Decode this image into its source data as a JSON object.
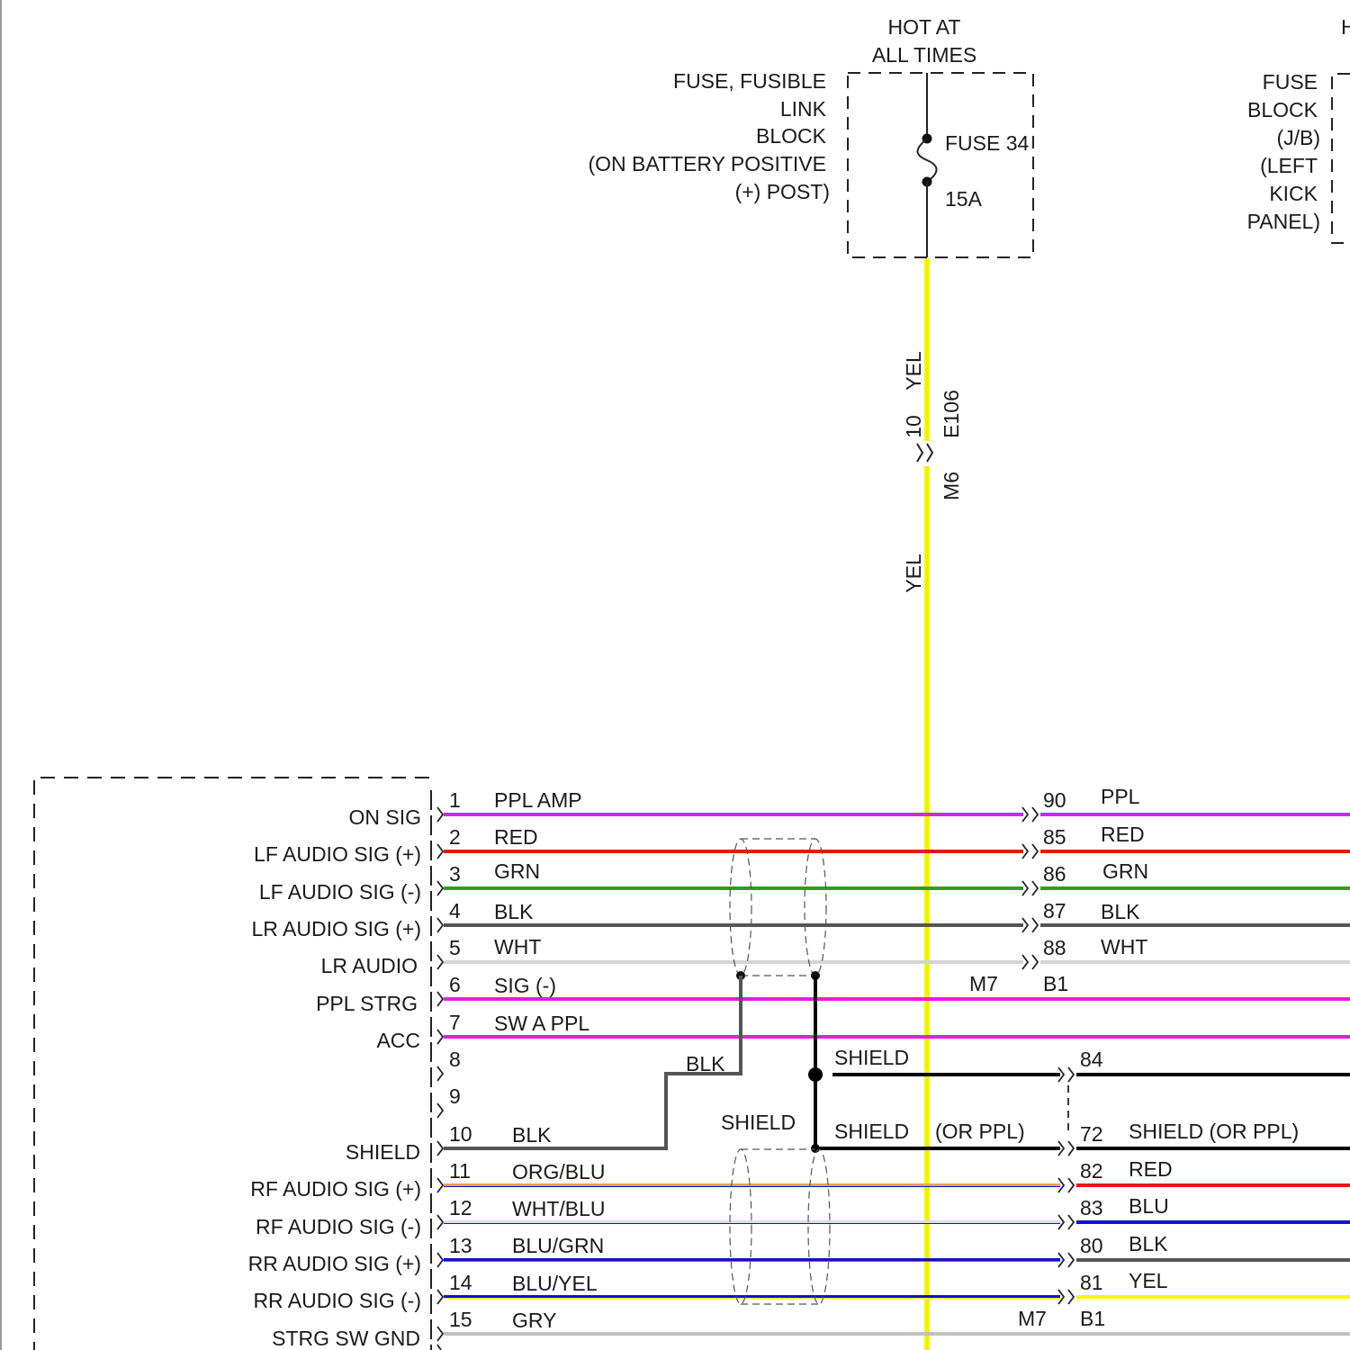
{
  "power": {
    "hot_line1": "HOT AT",
    "hot_line2": "ALL TIMES",
    "block_label": [
      "FUSE, FUSIBLE",
      "LINK",
      "BLOCK",
      "(ON BATTERY POSITIVE",
      "(+) POST)"
    ],
    "fuse_name": "FUSE 34",
    "fuse_rating": "15A",
    "right_hot_fragment": "H",
    "right_block_label": [
      "FUSE",
      "BLOCK",
      "(J/B)",
      "(LEFT",
      "KICK",
      "PANEL)"
    ]
  },
  "feed": {
    "color_upper": "YEL",
    "pin": "10",
    "connector_top": "E106",
    "connector_bottom": "M6",
    "color_lower": "YEL",
    "wire_color_hex": "#f5f500"
  },
  "left_labels": [
    "ON SIG",
    "LF AUDIO SIG (+)",
    "LF AUDIO SIG (-)",
    "LR AUDIO SIG (+)",
    "LR AUDIO",
    "PPL STRG",
    "ACC",
    "SHIELD",
    "RF AUDIO SIG (+)",
    "RF AUDIO SIG (-)",
    "RR AUDIO SIG (+)",
    "RR AUDIO SIG (-)",
    "STRG SW GND"
  ],
  "left_pins": [
    {
      "num": "1",
      "color": "PPL AMP"
    },
    {
      "num": "2",
      "color": "RED"
    },
    {
      "num": "3",
      "color": "GRN"
    },
    {
      "num": "4",
      "color": "BLK"
    },
    {
      "num": "5",
      "color": "WHT"
    },
    {
      "num": "6",
      "color": "SIG (-)"
    },
    {
      "num": "7",
      "color": "SW A PPL"
    },
    {
      "num": "8",
      "color": ""
    },
    {
      "num": "9",
      "color": ""
    },
    {
      "num": "10",
      "color": "BLK"
    },
    {
      "num": "11",
      "color": "ORG/BLU"
    },
    {
      "num": "12",
      "color": "WHT/BLU"
    },
    {
      "num": "13",
      "color": "BLU/GRN"
    },
    {
      "num": "14",
      "color": "BLU/YEL"
    },
    {
      "num": "15",
      "color": "GRY"
    }
  ],
  "right_pins_upper": [
    {
      "num": "90",
      "color": "PPL"
    },
    {
      "num": "85",
      "color": "RED"
    },
    {
      "num": "86",
      "color": "GRN"
    },
    {
      "num": "87",
      "color": "BLK"
    },
    {
      "num": "88",
      "color": "WHT"
    }
  ],
  "right_pins_lower": [
    {
      "num": "84",
      "color": ""
    },
    {
      "num": "72",
      "color": "SHIELD  (OR PPL)"
    },
    {
      "num": "82",
      "color": "RED"
    },
    {
      "num": "83",
      "color": "BLU"
    },
    {
      "num": "80",
      "color": "BLK"
    },
    {
      "num": "81",
      "color": "YEL"
    }
  ],
  "connectors": {
    "upper_left": "M7",
    "upper_right": "B1",
    "lower_left": "M7",
    "lower_right": "B1"
  },
  "shield": {
    "blk_label": "BLK",
    "shield_upper": "SHIELD",
    "shield_center": "SHIELD",
    "shield_lower": "SHIELD",
    "or_ppl": "(OR PPL)"
  },
  "colors": {
    "ppl": "#e020e0",
    "red": "#e01a1a",
    "grn": "#2aa020",
    "blk": "#555555",
    "wht": "#d4d4d4",
    "shield": "#000000",
    "blu": "#1010d0",
    "yel": "#f5f500",
    "org": "#f0a050",
    "gry": "#c0c0c0"
  }
}
